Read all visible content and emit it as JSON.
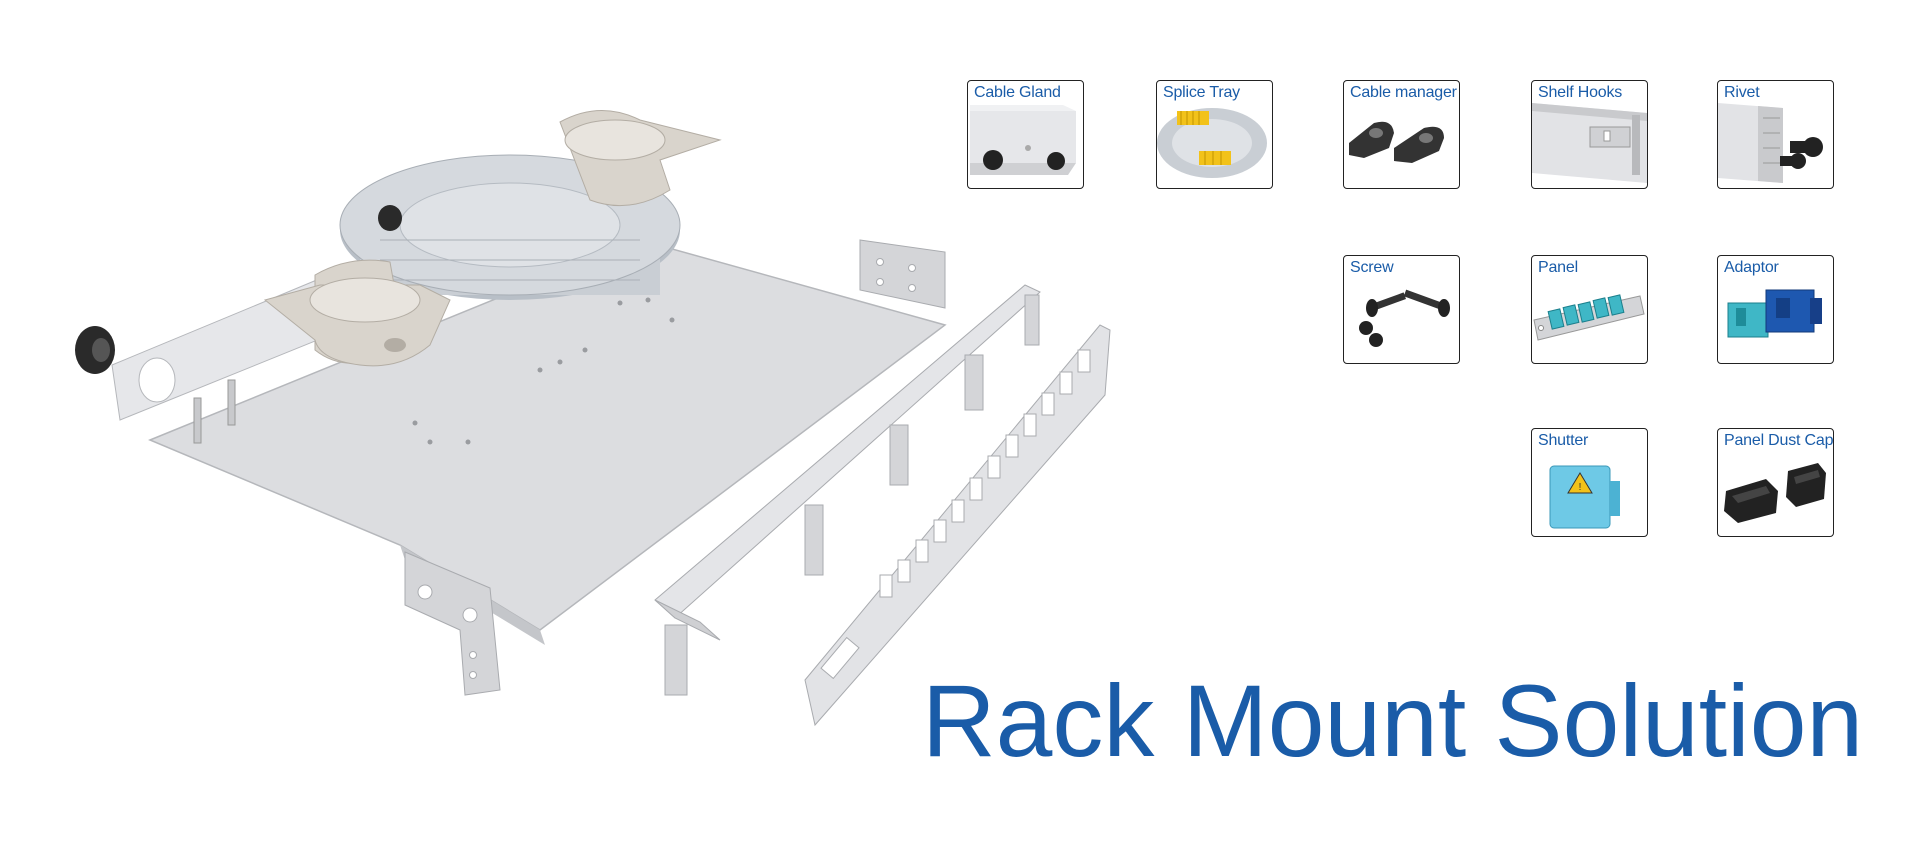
{
  "title": "Rack Mount Solution",
  "colors": {
    "title_blue": "#1a5ca8",
    "sheet_metal": "#dcdde0",
    "tray_grey": "#c9ced4",
    "spool_beige": "#d9d4cc",
    "splice_yellow": "#f2c21a",
    "adaptor_aqua": "#3fb7c6",
    "adaptor_blue": "#1e58b0",
    "shutter_blue": "#6ec9e6",
    "part_black": "#222222"
  },
  "components": [
    {
      "label": "Cable Gland",
      "icon": "cable-gland-icon"
    },
    {
      "label": "Splice Tray",
      "icon": "splice-tray-icon"
    },
    {
      "label": "Cable manager",
      "icon": "cable-manager-icon"
    },
    {
      "label": "Shelf Hooks",
      "icon": "shelf-hooks-icon"
    },
    {
      "label": "Rivet",
      "icon": "rivet-icon"
    },
    {
      "label": "Screw",
      "icon": "screw-icon"
    },
    {
      "label": "Panel",
      "icon": "panel-icon"
    },
    {
      "label": "Adaptor",
      "icon": "adaptor-icon"
    },
    {
      "label": "Shutter",
      "icon": "shutter-icon"
    },
    {
      "label": "Panel Dust Cap",
      "icon": "panel-dust-cap-icon"
    }
  ]
}
